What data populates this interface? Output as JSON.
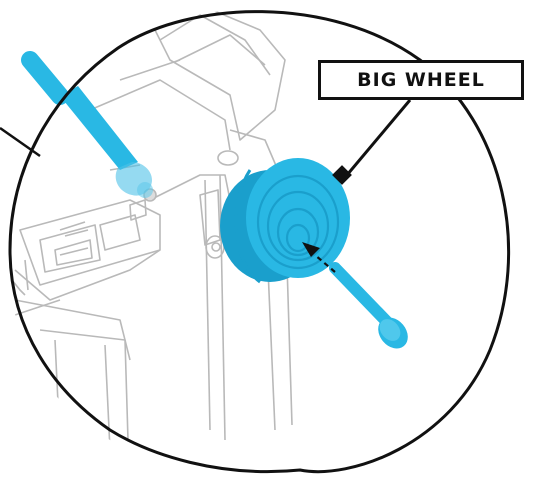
{
  "callout": {
    "label": "BIG WHEEL"
  },
  "colors": {
    "part_highlight": "#29b8e4",
    "part_shade": "#1a9fcc",
    "outline": "#111111",
    "line_art": "#b9b9b9",
    "background": "#ffffff"
  },
  "icons": {
    "wheel": "big-wheel-part",
    "bolt": "bolt-part",
    "arrow": "insert-arrow"
  }
}
